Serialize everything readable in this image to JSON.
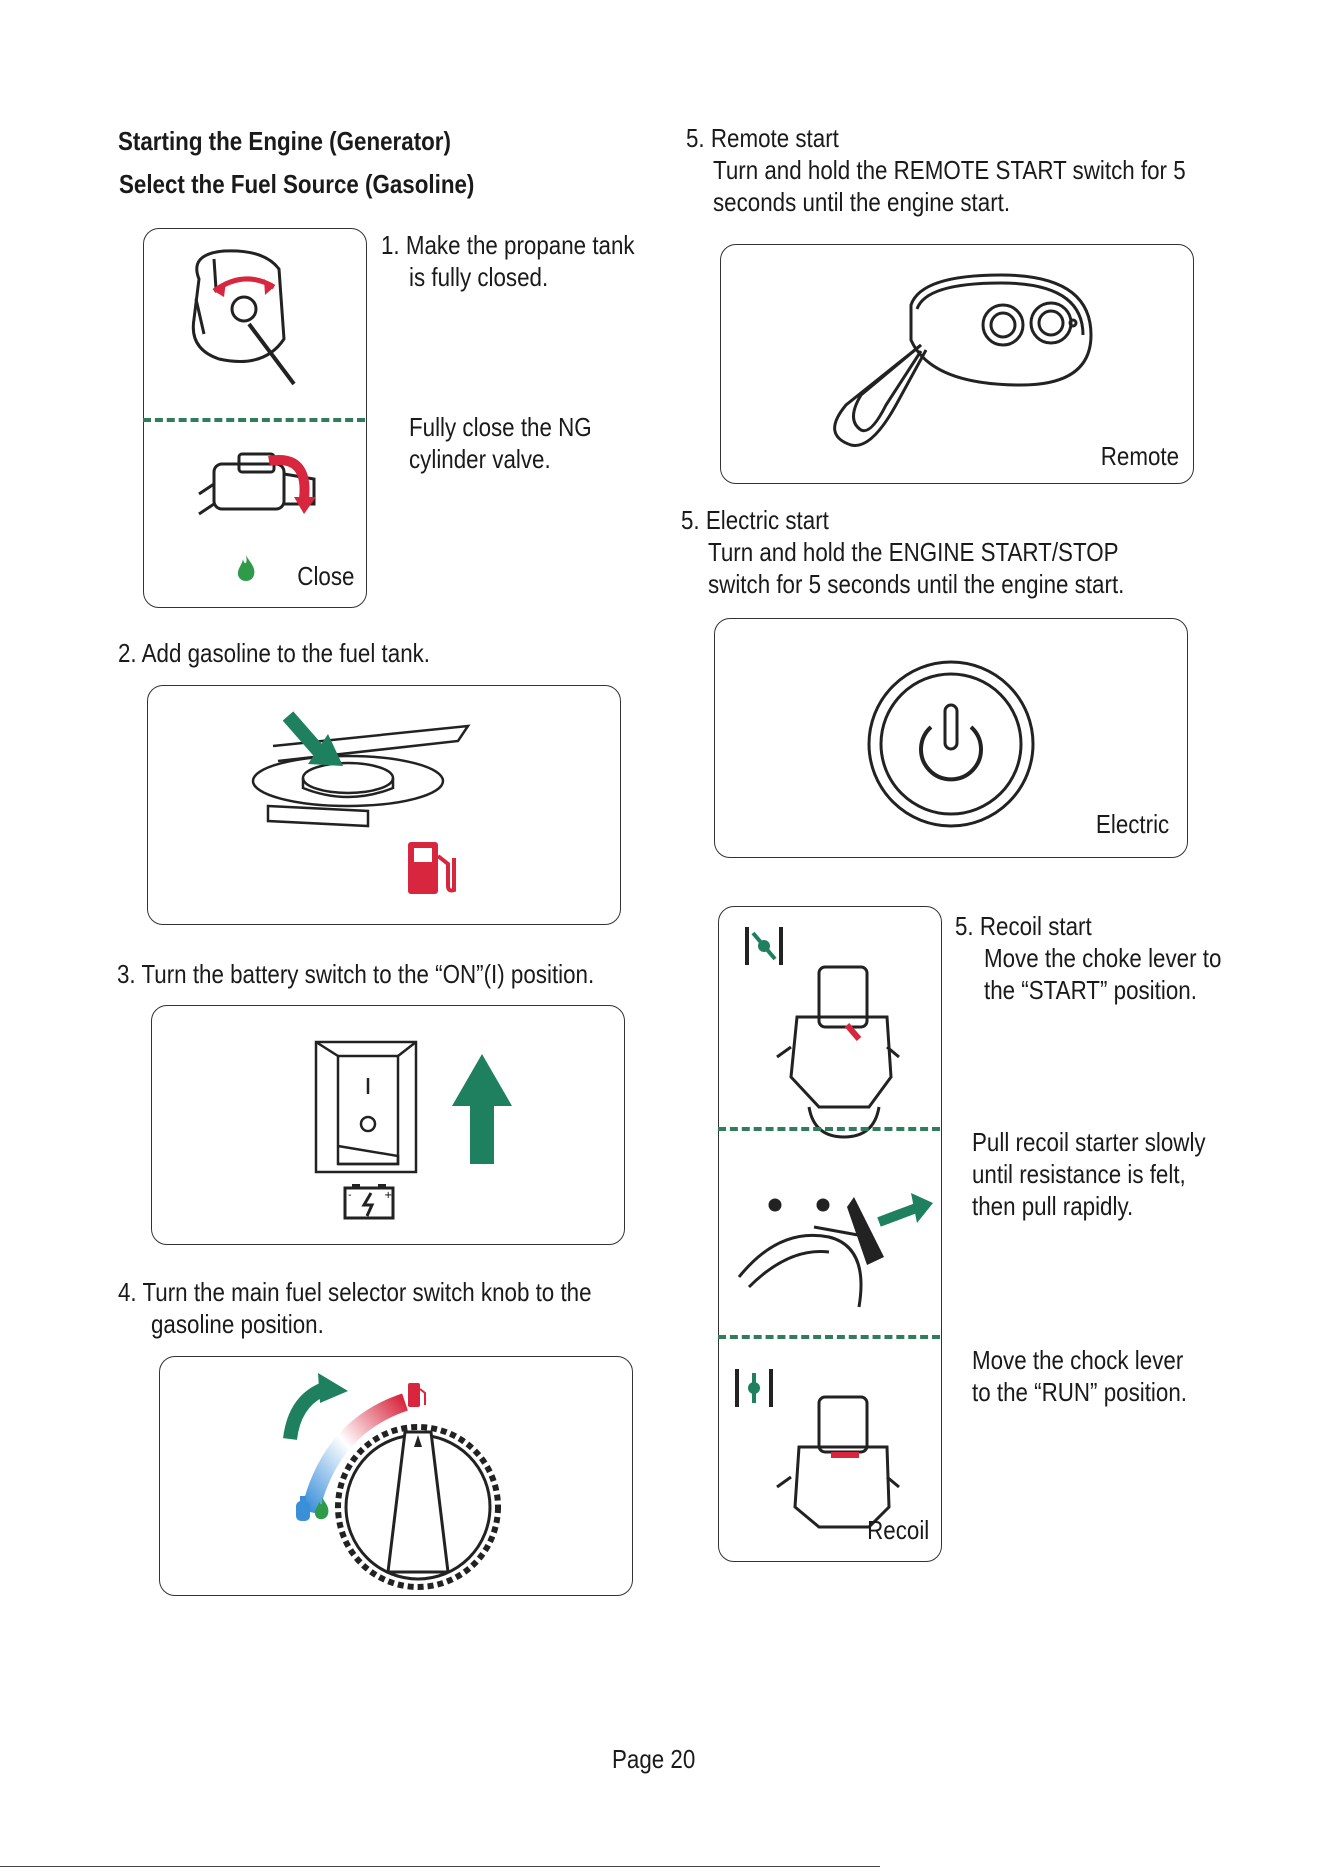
{
  "heading": {
    "line1": "Starting the Engine (Generator)",
    "line2": "Select the Fuel Source (Gasoline)"
  },
  "steps": {
    "step1": {
      "line1": "1. Make the propane tank",
      "line2": "is fully closed.",
      "sub_line1": "Fully close the NG",
      "sub_line2": "cylinder valve.",
      "caption": "Close"
    },
    "step2": {
      "text": "2. Add gasoline to the fuel tank."
    },
    "step3": {
      "text": "3. Turn the battery switch to the “ON”(I) position."
    },
    "step4": {
      "line1": "4. Turn the main fuel selector switch knob to the",
      "line2": "gasoline position."
    },
    "remote": {
      "title": "5. Remote start",
      "line1": "Turn and hold the REMOTE START switch for 5",
      "line2": "seconds until the engine start.",
      "caption": "Remote"
    },
    "electric": {
      "title": "5. Electric start",
      "line1": "Turn and hold the ENGINE START/STOP",
      "line2": "switch for 5 seconds until the engine start.",
      "caption": "Electric"
    },
    "recoil": {
      "title": "5. Recoil start",
      "line1": "Move the choke lever to",
      "line2": "the “START” position.",
      "pull_line1": "Pull recoil starter slowly",
      "pull_line2": "until resistance is felt,",
      "pull_line3": "then pull rapidly.",
      "run_line1": "Move the chock lever",
      "run_line2": "to the “RUN” position.",
      "caption": "Recoil"
    }
  },
  "footer": {
    "page": "Page 20"
  },
  "colors": {
    "green": "#1f8060",
    "red": "#d7263d",
    "blue": "#3a8fd9",
    "outline": "#333333"
  },
  "icons": [
    "flame-icon",
    "fuel-pump-icon",
    "battery-icon",
    "propane-tank-icon",
    "power-icon",
    "choke-icon"
  ]
}
